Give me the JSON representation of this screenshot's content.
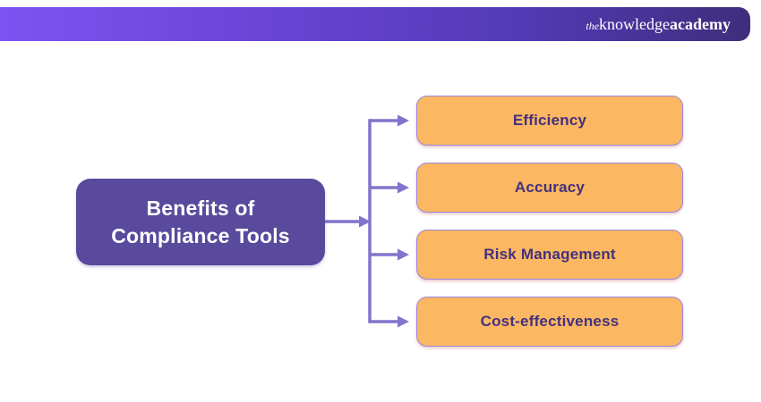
{
  "header": {
    "logo": {
      "the": "the",
      "knowledge": "knowledge",
      "academy": "academy"
    }
  },
  "colors": {
    "header_gradient_left": "#7d53f3",
    "header_gradient_right": "#3e2e7c",
    "root_box_bg": "#594a9d",
    "root_text": "#ffffff",
    "item_bg": "#fbb761",
    "item_border": "#9b87dd",
    "item_text": "#43317e",
    "arrow": "#8273cc"
  },
  "diagram": {
    "root": {
      "label": "Benefits of Compliance Tools",
      "line1": "Benefits of",
      "line2": "Compliance Tools"
    },
    "items": [
      {
        "label": "Efficiency"
      },
      {
        "label": "Accuracy"
      },
      {
        "label": "Risk Management"
      },
      {
        "label": "Cost-effectiveness"
      }
    ]
  }
}
